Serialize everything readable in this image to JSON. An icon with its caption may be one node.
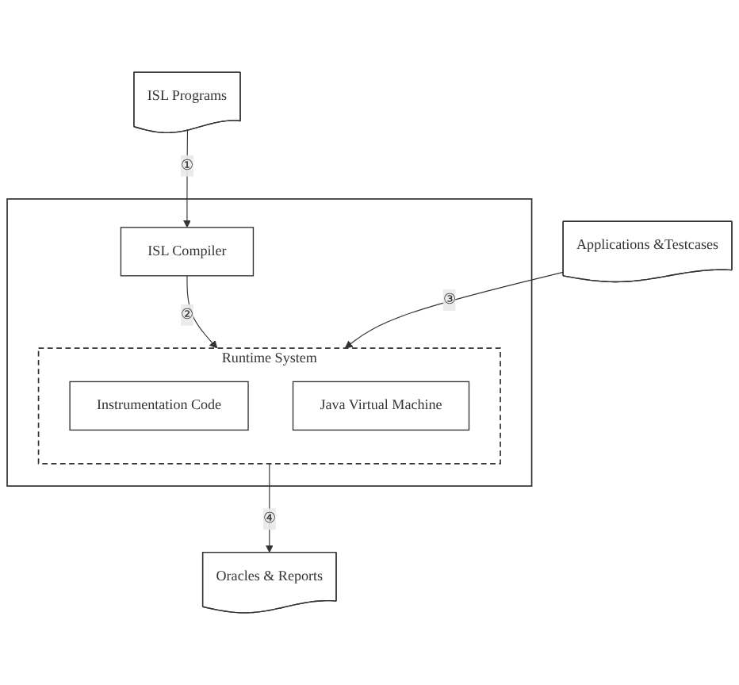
{
  "diagram": {
    "nodes": [
      {
        "text": [
          "ISL Programs"
        ]
      },
      {
        "text": [],
        "shape": "box"
      },
      {
        "text": [
          "ISL Compiler"
        ],
        "in": 1
      },
      {
        "text": [
          "Applications &Testcases"
        ]
      },
      {
        "text": [
          "Runtime System"
        ],
        "in": 1
      },
      {
        "text": [
          "Instrumentation Code"
        ],
        "in": 4
      },
      {
        "text": [
          "Java Virtual Machine"
        ],
        "in": 4
      },
      {
        "text": [
          "Oracles & Reports"
        ]
      }
    ],
    "edges": [
      {
        "from": 0,
        "to": 2,
        "arrow": "to",
        "label": "①"
      },
      {
        "from": 2,
        "to": 4,
        "arrow": "to",
        "label": "②"
      },
      {
        "from": 3,
        "to": 4,
        "arrow": "to",
        "label": "③"
      },
      {
        "from": 4,
        "to": 7,
        "arrow": "to",
        "label": "④"
      }
    ]
  }
}
